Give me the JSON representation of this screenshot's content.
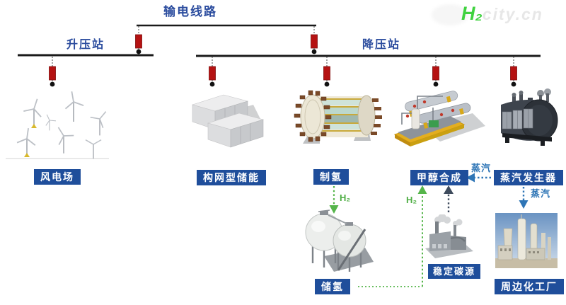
{
  "watermark": {
    "brand_h2": "H₂",
    "brand_rest": "city.cn"
  },
  "stations": {
    "transmission_line": "输电线路",
    "step_up": "升压站",
    "step_down": "降压站"
  },
  "facilities": {
    "wind_farm": "风电场",
    "grid_storage": "构网型储能",
    "hydrogen_production": "制氢",
    "methanol_synthesis": "甲醇合成",
    "steam_generator": "蒸汽发生器",
    "hydrogen_storage": "储氢",
    "stable_carbon_source": "稳定碳源",
    "chemical_plant": "周边化工厂"
  },
  "flows": {
    "h2_production_to_storage": "H₂",
    "h2_storage_to_methanol": "H₂",
    "steam_to_methanol": "蒸汽",
    "steam_to_chemical_plant": "蒸汽"
  },
  "colors": {
    "label_box_blue": "#1f4e9b",
    "station_text_blue": "#2b4c9e",
    "breaker_red": "#b51212",
    "h2_flow_green": "#4fae45",
    "steam_flow_blue": "#2e75b6",
    "carbon_flow_navy": "#3d4a5c",
    "watermark_green": "#3fd23f"
  }
}
